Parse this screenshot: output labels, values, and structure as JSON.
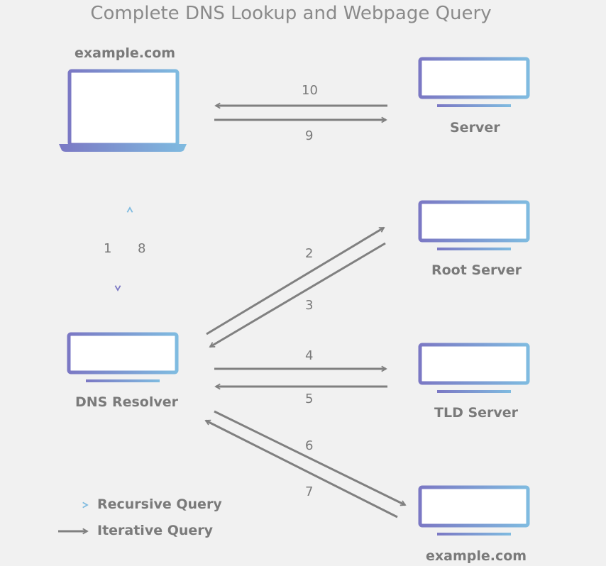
{
  "title": "Complete DNS Lookup and Webpage Query",
  "nodes": {
    "laptop": "example.com",
    "server": "Server",
    "resolver": "DNS Resolver",
    "root": "Root Server",
    "tld": "TLD Server",
    "auth": "example.com"
  },
  "steps": [
    "1",
    "2",
    "3",
    "4",
    "5",
    "6",
    "7",
    "8",
    "9",
    "10"
  ],
  "legend": {
    "recursive": "Recursive Query",
    "iterative": "Iterative Query"
  },
  "colors": {
    "background": "#f1f1f1",
    "gradient_start": "#7b78c4",
    "gradient_end": "#7fbbe0",
    "arrow_gray": "#808080"
  }
}
